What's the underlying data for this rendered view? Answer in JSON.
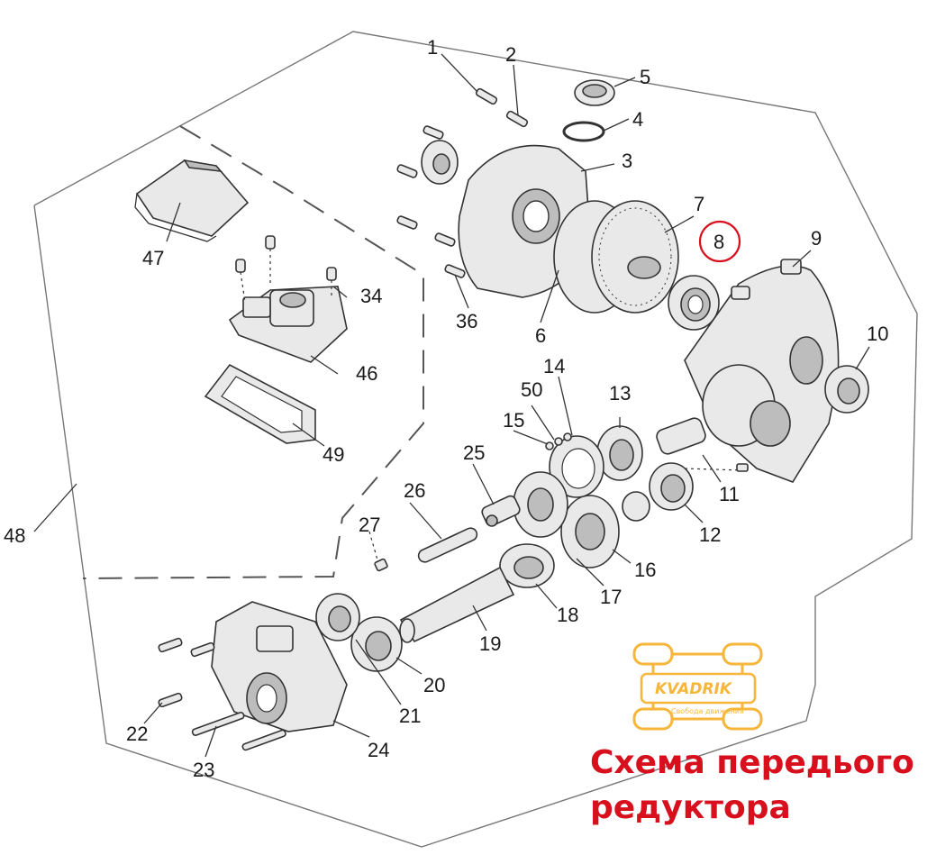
{
  "caption": {
    "line1": "Схема передього",
    "line2": "редуктора"
  },
  "logo": {
    "brand": "KVADRIK",
    "tagline": "Свобода движения",
    "color": "#f5b63a"
  },
  "highlight": {
    "part": "8",
    "color": "#d8101e"
  },
  "parts": [
    "1",
    "2",
    "3",
    "4",
    "5",
    "6",
    "7",
    "8",
    "9",
    "10",
    "11",
    "12",
    "13",
    "14",
    "15",
    "16",
    "17",
    "18",
    "19",
    "20",
    "21",
    "22",
    "23",
    "24",
    "25",
    "26",
    "27",
    "34",
    "36",
    "46",
    "47",
    "48",
    "49",
    "50"
  ]
}
